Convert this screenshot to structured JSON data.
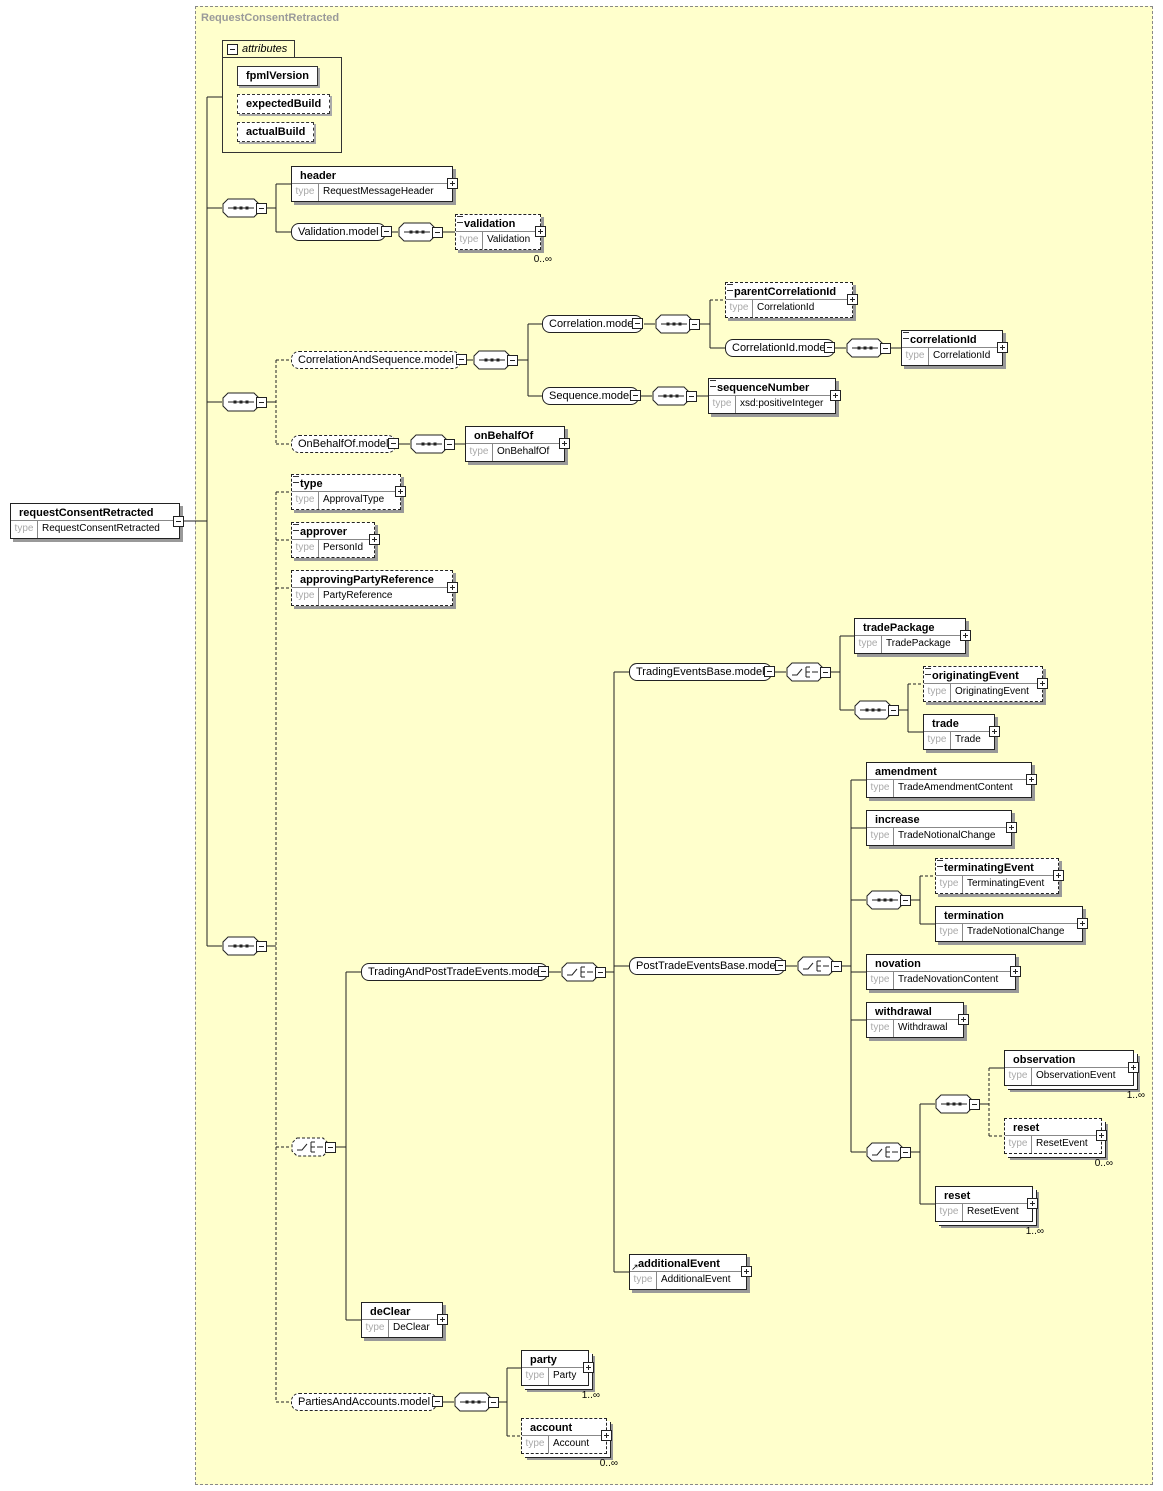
{
  "diagram": {
    "complex_type_title": "RequestConsentRetracted",
    "root": {
      "name": "requestConsentRetracted",
      "type_key": "type",
      "type": "RequestConsentRetracted"
    },
    "attributes": {
      "label": "attributes",
      "items": [
        "fpmlVersion",
        "expectedBuild",
        "actualBuild"
      ]
    },
    "elements": {
      "header": {
        "name": "header",
        "type_key": "type",
        "type": "RequestMessageHeader"
      },
      "validation": {
        "name": "validation",
        "type_key": "type",
        "type": "Validation",
        "cardinality": "0..∞"
      },
      "parentCorrelationId": {
        "name": "parentCorrelationId",
        "type_key": "type",
        "type": "CorrelationId"
      },
      "correlationId": {
        "name": "correlationId",
        "type_key": "type",
        "type": "CorrelationId"
      },
      "sequenceNumber": {
        "name": "sequenceNumber",
        "type_key": "type",
        "type": "xsd:positiveInteger"
      },
      "onBehalfOf": {
        "name": "onBehalfOf",
        "type_key": "type",
        "type": "OnBehalfOf"
      },
      "type": {
        "name": "type",
        "type_key": "type",
        "type": "ApprovalType"
      },
      "approver": {
        "name": "approver",
        "type_key": "type",
        "type": "PersonId"
      },
      "approvingPartyReference": {
        "name": "approvingPartyReference",
        "type_key": "type",
        "type": "PartyReference"
      },
      "tradePackage": {
        "name": "tradePackage",
        "type_key": "type",
        "type": "TradePackage"
      },
      "originatingEvent": {
        "name": "originatingEvent",
        "type_key": "type",
        "type": "OriginatingEvent"
      },
      "trade": {
        "name": "trade",
        "type_key": "type",
        "type": "Trade"
      },
      "amendment": {
        "name": "amendment",
        "type_key": "type",
        "type": "TradeAmendmentContent"
      },
      "increase": {
        "name": "increase",
        "type_key": "type",
        "type": "TradeNotionalChange"
      },
      "terminatingEvent": {
        "name": "terminatingEvent",
        "type_key": "type",
        "type": "TerminatingEvent"
      },
      "termination": {
        "name": "termination",
        "type_key": "type",
        "type": "TradeNotionalChange"
      },
      "novation": {
        "name": "novation",
        "type_key": "type",
        "type": "TradeNovationContent"
      },
      "withdrawal": {
        "name": "withdrawal",
        "type_key": "type",
        "type": "Withdrawal"
      },
      "observation": {
        "name": "observation",
        "type_key": "type",
        "type": "ObservationEvent",
        "cardinality": "1..∞"
      },
      "reset1": {
        "name": "reset",
        "type_key": "type",
        "type": "ResetEvent",
        "cardinality": "0..∞"
      },
      "reset2": {
        "name": "reset",
        "type_key": "type",
        "type": "ResetEvent",
        "cardinality": "1..∞"
      },
      "additionalEvent": {
        "name": "additionalEvent",
        "type_key": "type",
        "type": "AdditionalEvent"
      },
      "deClear": {
        "name": "deClear",
        "type_key": "type",
        "type": "DeClear"
      },
      "party": {
        "name": "party",
        "type_key": "type",
        "type": "Party",
        "cardinality": "1..∞"
      },
      "account": {
        "name": "account",
        "type_key": "type",
        "type": "Account",
        "cardinality": "0..∞"
      }
    },
    "groups": {
      "validationModel": "Validation.model",
      "correlationAndSequence": "CorrelationAndSequence.model",
      "correlationModel": "Correlation.model",
      "correlationIdModel": "CorrelationId.model",
      "sequenceModel": "Sequence.model",
      "onBehalfOfModel": "OnBehalfOf.model",
      "tradingAndPostTrade": "TradingAndPostTradeEvents.model",
      "tradingEventsBase": "TradingEventsBase.model",
      "postTradeEventsBase": "PostTradeEventsBase.model",
      "partiesAndAccounts": "PartiesAndAccounts.model"
    }
  }
}
